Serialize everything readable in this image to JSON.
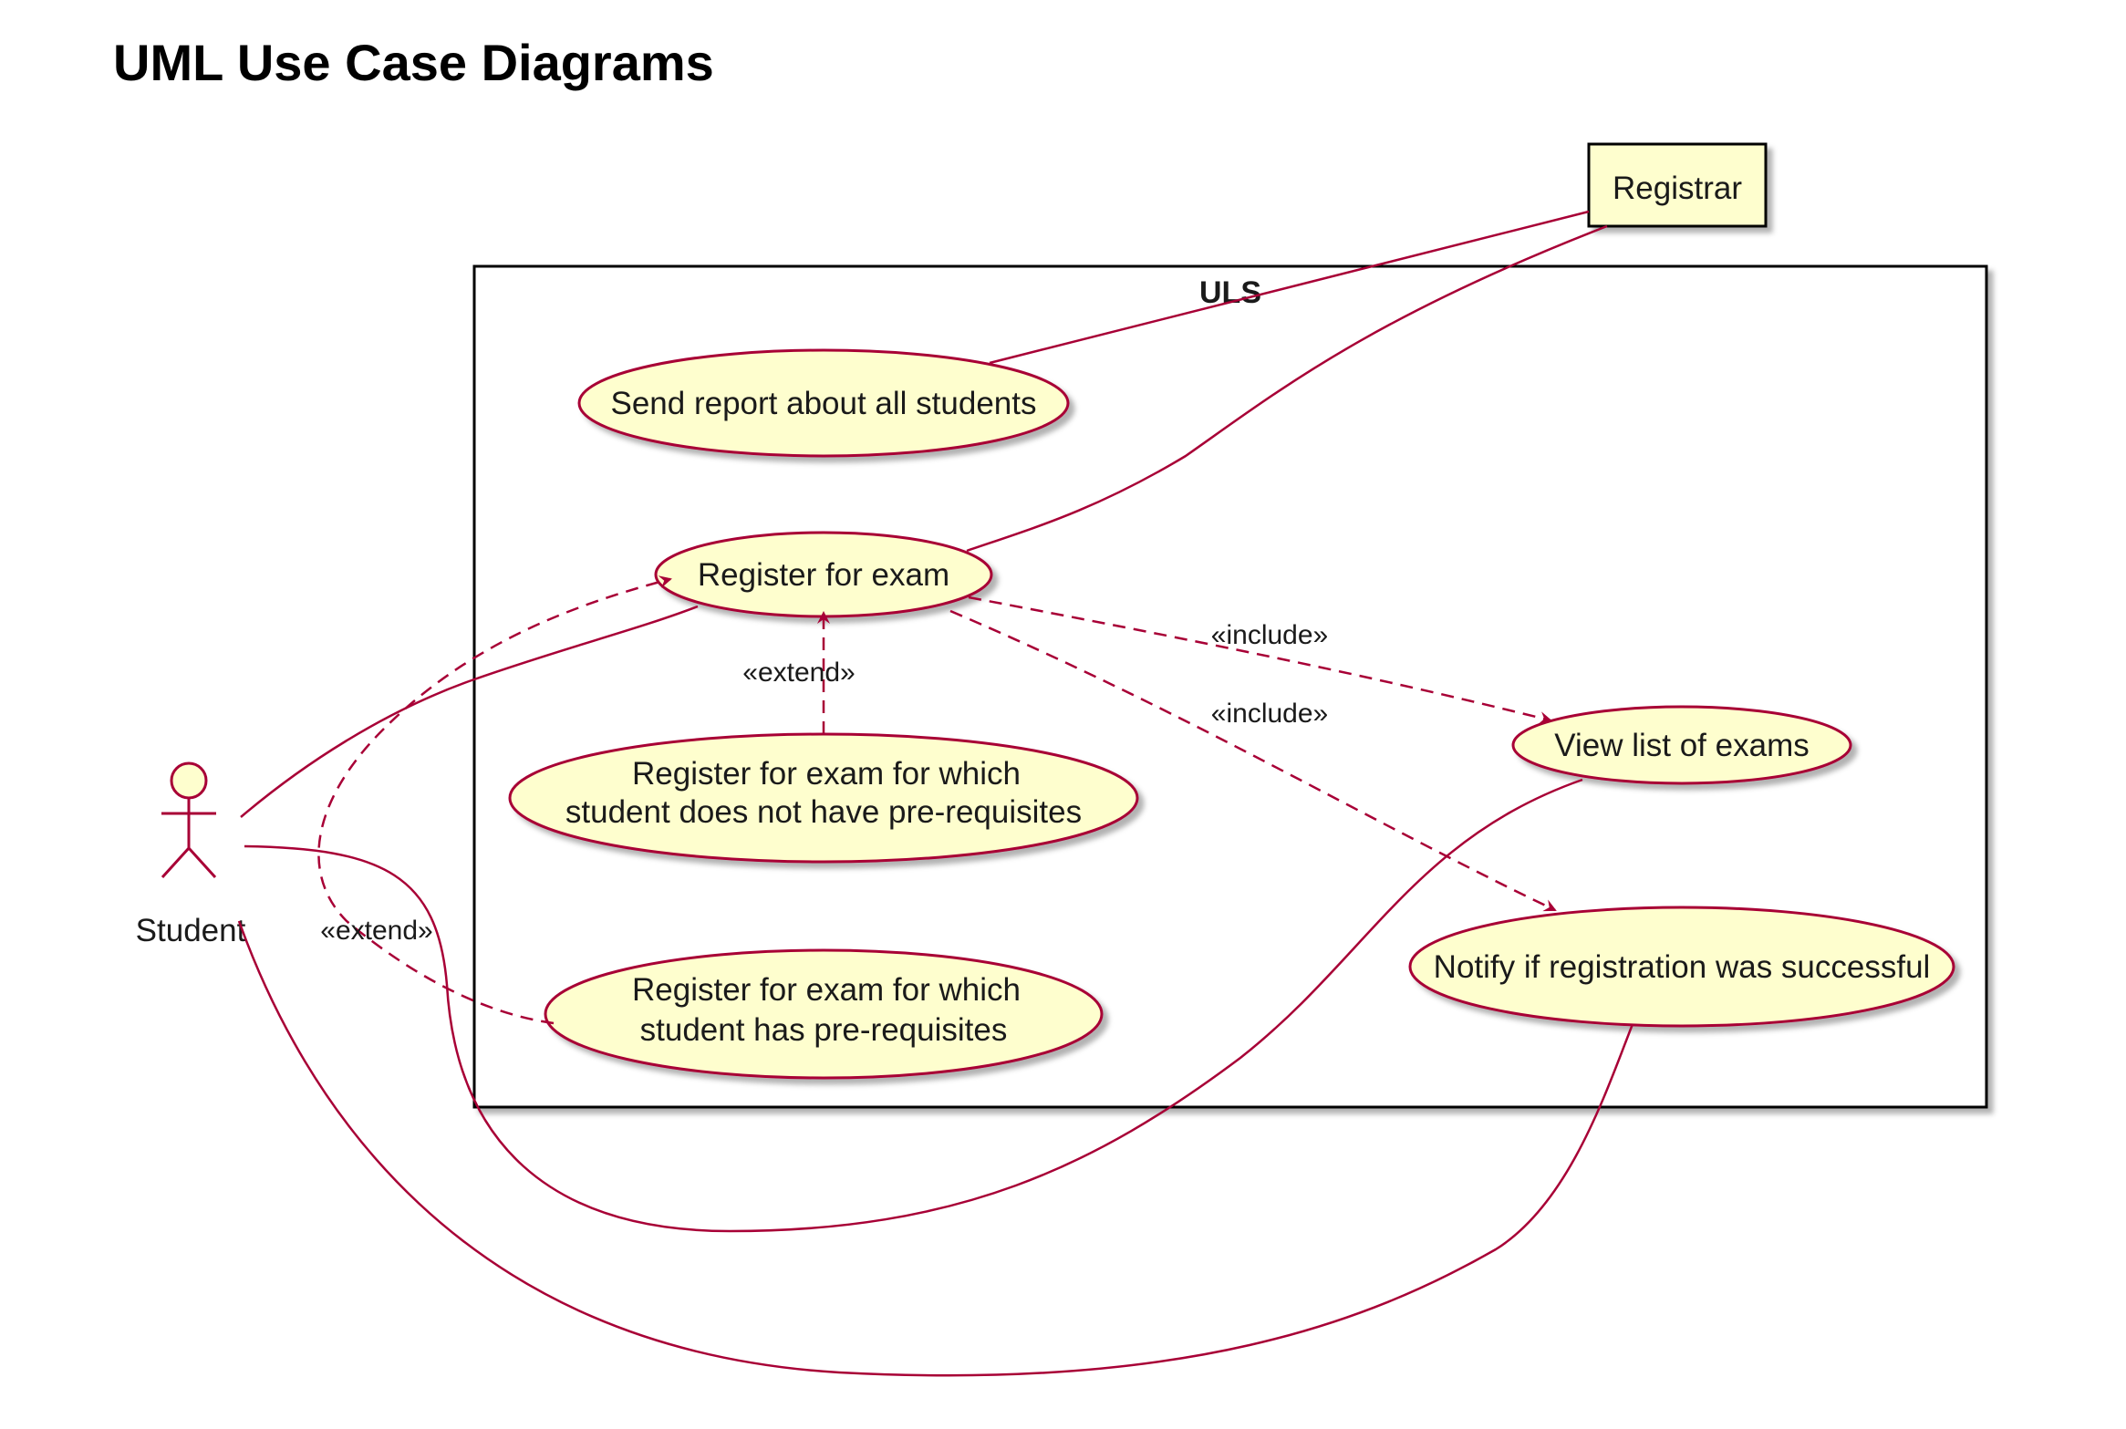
{
  "title": "UML Use Case Diagrams",
  "system": {
    "name": "ULS"
  },
  "actors": {
    "student": "Student",
    "registrar": "Registrar"
  },
  "use_cases": {
    "send_report": "Send report about all students",
    "register_exam": "Register for exam",
    "no_prereq_line1": "Register for exam for which",
    "no_prereq_line2": "student does not have pre-requisites",
    "has_prereq_line1": "Register for exam for which",
    "has_prereq_line2": "student has pre-requisites",
    "view_exams": "View list of exams",
    "notify": "Notify if registration was successful"
  },
  "stereotypes": {
    "extend_upper": "«extend»",
    "extend_lower": "«extend»",
    "include_view": "«include»",
    "include_notify": "«include»"
  },
  "colors": {
    "usecase_fill": "#FEFECE",
    "line": "#A80036",
    "border": "#000000"
  }
}
